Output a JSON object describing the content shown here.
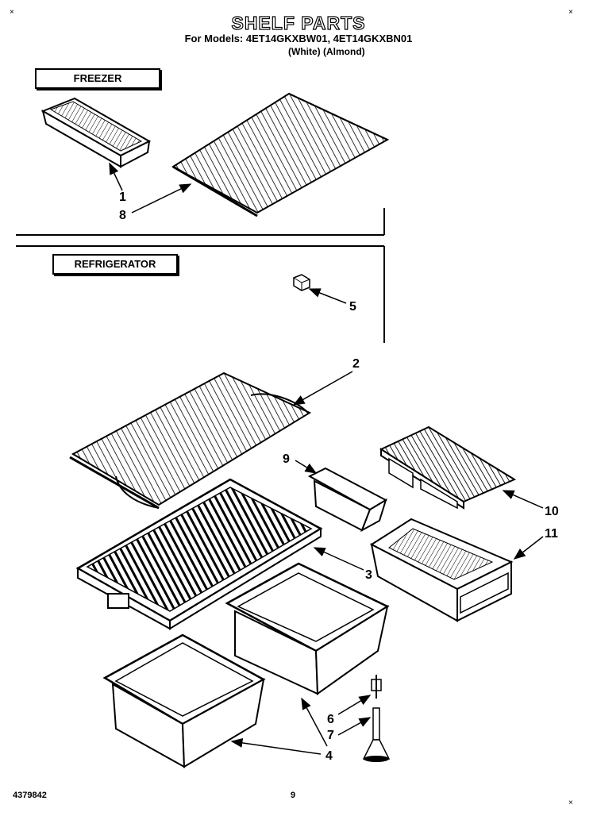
{
  "header": {
    "title": "SHELF PARTS",
    "models": "For Models: 4ET14GKXBW01, 4ET14GKXBN01",
    "finishes": "(White)   (Almond)"
  },
  "sections": {
    "freezer_label": "FREEZER",
    "refrigerator_label": "REFRIGERATOR"
  },
  "callouts": {
    "c1": "1",
    "c8": "8",
    "c5": "5",
    "c2": "2",
    "c9": "9",
    "c10": "10",
    "c11": "11",
    "c3": "3",
    "c6": "6",
    "c7": "7",
    "c4": "4"
  },
  "footer": {
    "part_number": "4379842",
    "page": "9"
  }
}
